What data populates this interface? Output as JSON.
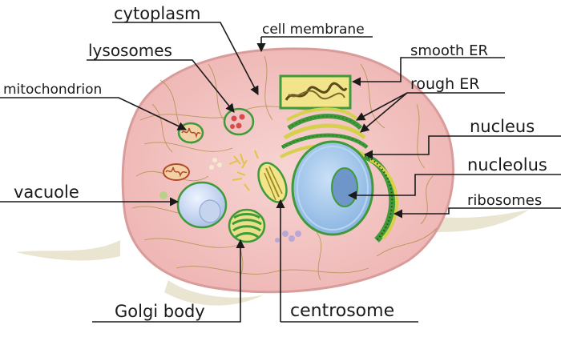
{
  "labels": {
    "cytoplasm": "cytoplasm",
    "cell_membrane": "cell membrane",
    "lysosomes": "lysosomes",
    "smooth_er": "smooth ER",
    "mitochondrion": "mitochondrion",
    "rough_er": "rough ER",
    "nucleus": "nucleus",
    "nucleolus": "nucleolus",
    "vacuole": "vacuole",
    "ribosomes": "ribosomes",
    "golgi_body": "Golgi body",
    "centrosome": "centrosome"
  },
  "colors": {
    "cytoplasm": "#f3c6c3",
    "membrane": "#e8b0ae",
    "fiber": "#a58a3a",
    "organelle_green": "#3f9a3a",
    "nucleus": "#9cc4ec",
    "nucleolus": "#6e96c8",
    "background": "#ffffff"
  }
}
